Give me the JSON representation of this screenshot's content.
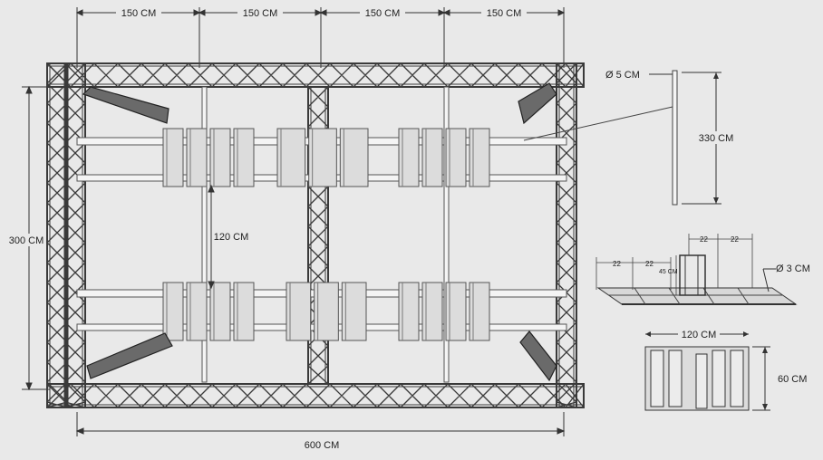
{
  "dimensions": {
    "top_segments": [
      "150 CM",
      "150 CM",
      "150 CM",
      "150 CM"
    ],
    "total_width": "600 CM",
    "total_height": "300 CM",
    "inner_height": "120 CM",
    "pole_diameter": "Ø 5 CM",
    "pole_height": "330 CM",
    "tube_diameter": "Ø 3 CM",
    "spacing_labels": [
      "22",
      "22",
      "22",
      "22"
    ],
    "small_height": "45 CM",
    "panel_width": "120 CM",
    "panel_height": "60 CM"
  },
  "colors": {
    "truss": "#3a3a3a",
    "line": "#555555",
    "background": "#e9e9e9",
    "panel_fill": "#dcdcdc"
  }
}
